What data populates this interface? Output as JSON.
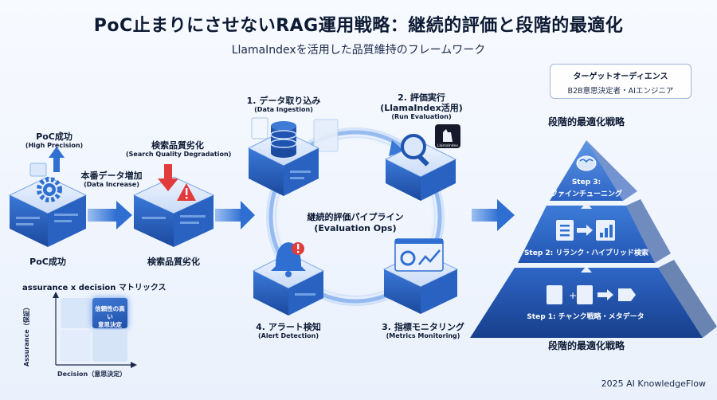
{
  "header": {
    "title": "PoC止まりにさせないRAG運用戦略：継続的評価と段階的最適化",
    "subtitle": "LlamaIndexを活用した品質維持のフレームワーク"
  },
  "audience": {
    "heading": "ターゲットオーディエンス",
    "value": "B2B意思決定者・AIエンジニア"
  },
  "left_flow": {
    "poc_success_top": "PoC成功",
    "poc_success_top_en": "(High Precision)",
    "data_increase": "本番データ増加",
    "data_increase_en": "(Data Increase)",
    "degradation_top": "検索品質劣化",
    "degradation_top_en": "(Search Quality Degradation)",
    "poc_success_bottom": "PoC成功",
    "degradation_bottom": "検索品質劣化"
  },
  "cycle": {
    "center_title": "継続的評価パイプライン",
    "center_sub": "(Evaluation Ops)",
    "step1": "1. データ取り込み",
    "step1_en": "(Data Ingestion)",
    "step2": "2. 評価実行",
    "step2_b": "(LlamaIndex活用)",
    "step2_en": "(Run Evaluation)",
    "step3": "3. 指標モニタリング",
    "step3_en": "(Metrics Monitoring)",
    "step4": "4. アラート検知",
    "step4_en": "(Alert Detection)",
    "logo_text": "LlamaIndex"
  },
  "pyramid": {
    "title_top": "段階的最適化戦略",
    "title_bottom": "段階的最適化戦略",
    "step3_a": "Step 3:",
    "step3_b": "ファインチューニング",
    "step2": "Step 2: リランク・ハイブリッド検索",
    "step1": "Step 1: チャンク戦略・メタデータ"
  },
  "matrix": {
    "title": "assurance x decision マトリックス",
    "y_label": "Assurance（保証）",
    "x_label": "Decision（意思決定）",
    "highlight_line1": "信頼性の高い",
    "highlight_line2": "意思決定"
  },
  "footer": {
    "text": "2025 AI KnowledgeFlow"
  },
  "colors": {
    "primary": "#2f6fd1",
    "dark": "#1c4a9e",
    "light": "#cfe0fa",
    "alert": "#e23b3b"
  }
}
